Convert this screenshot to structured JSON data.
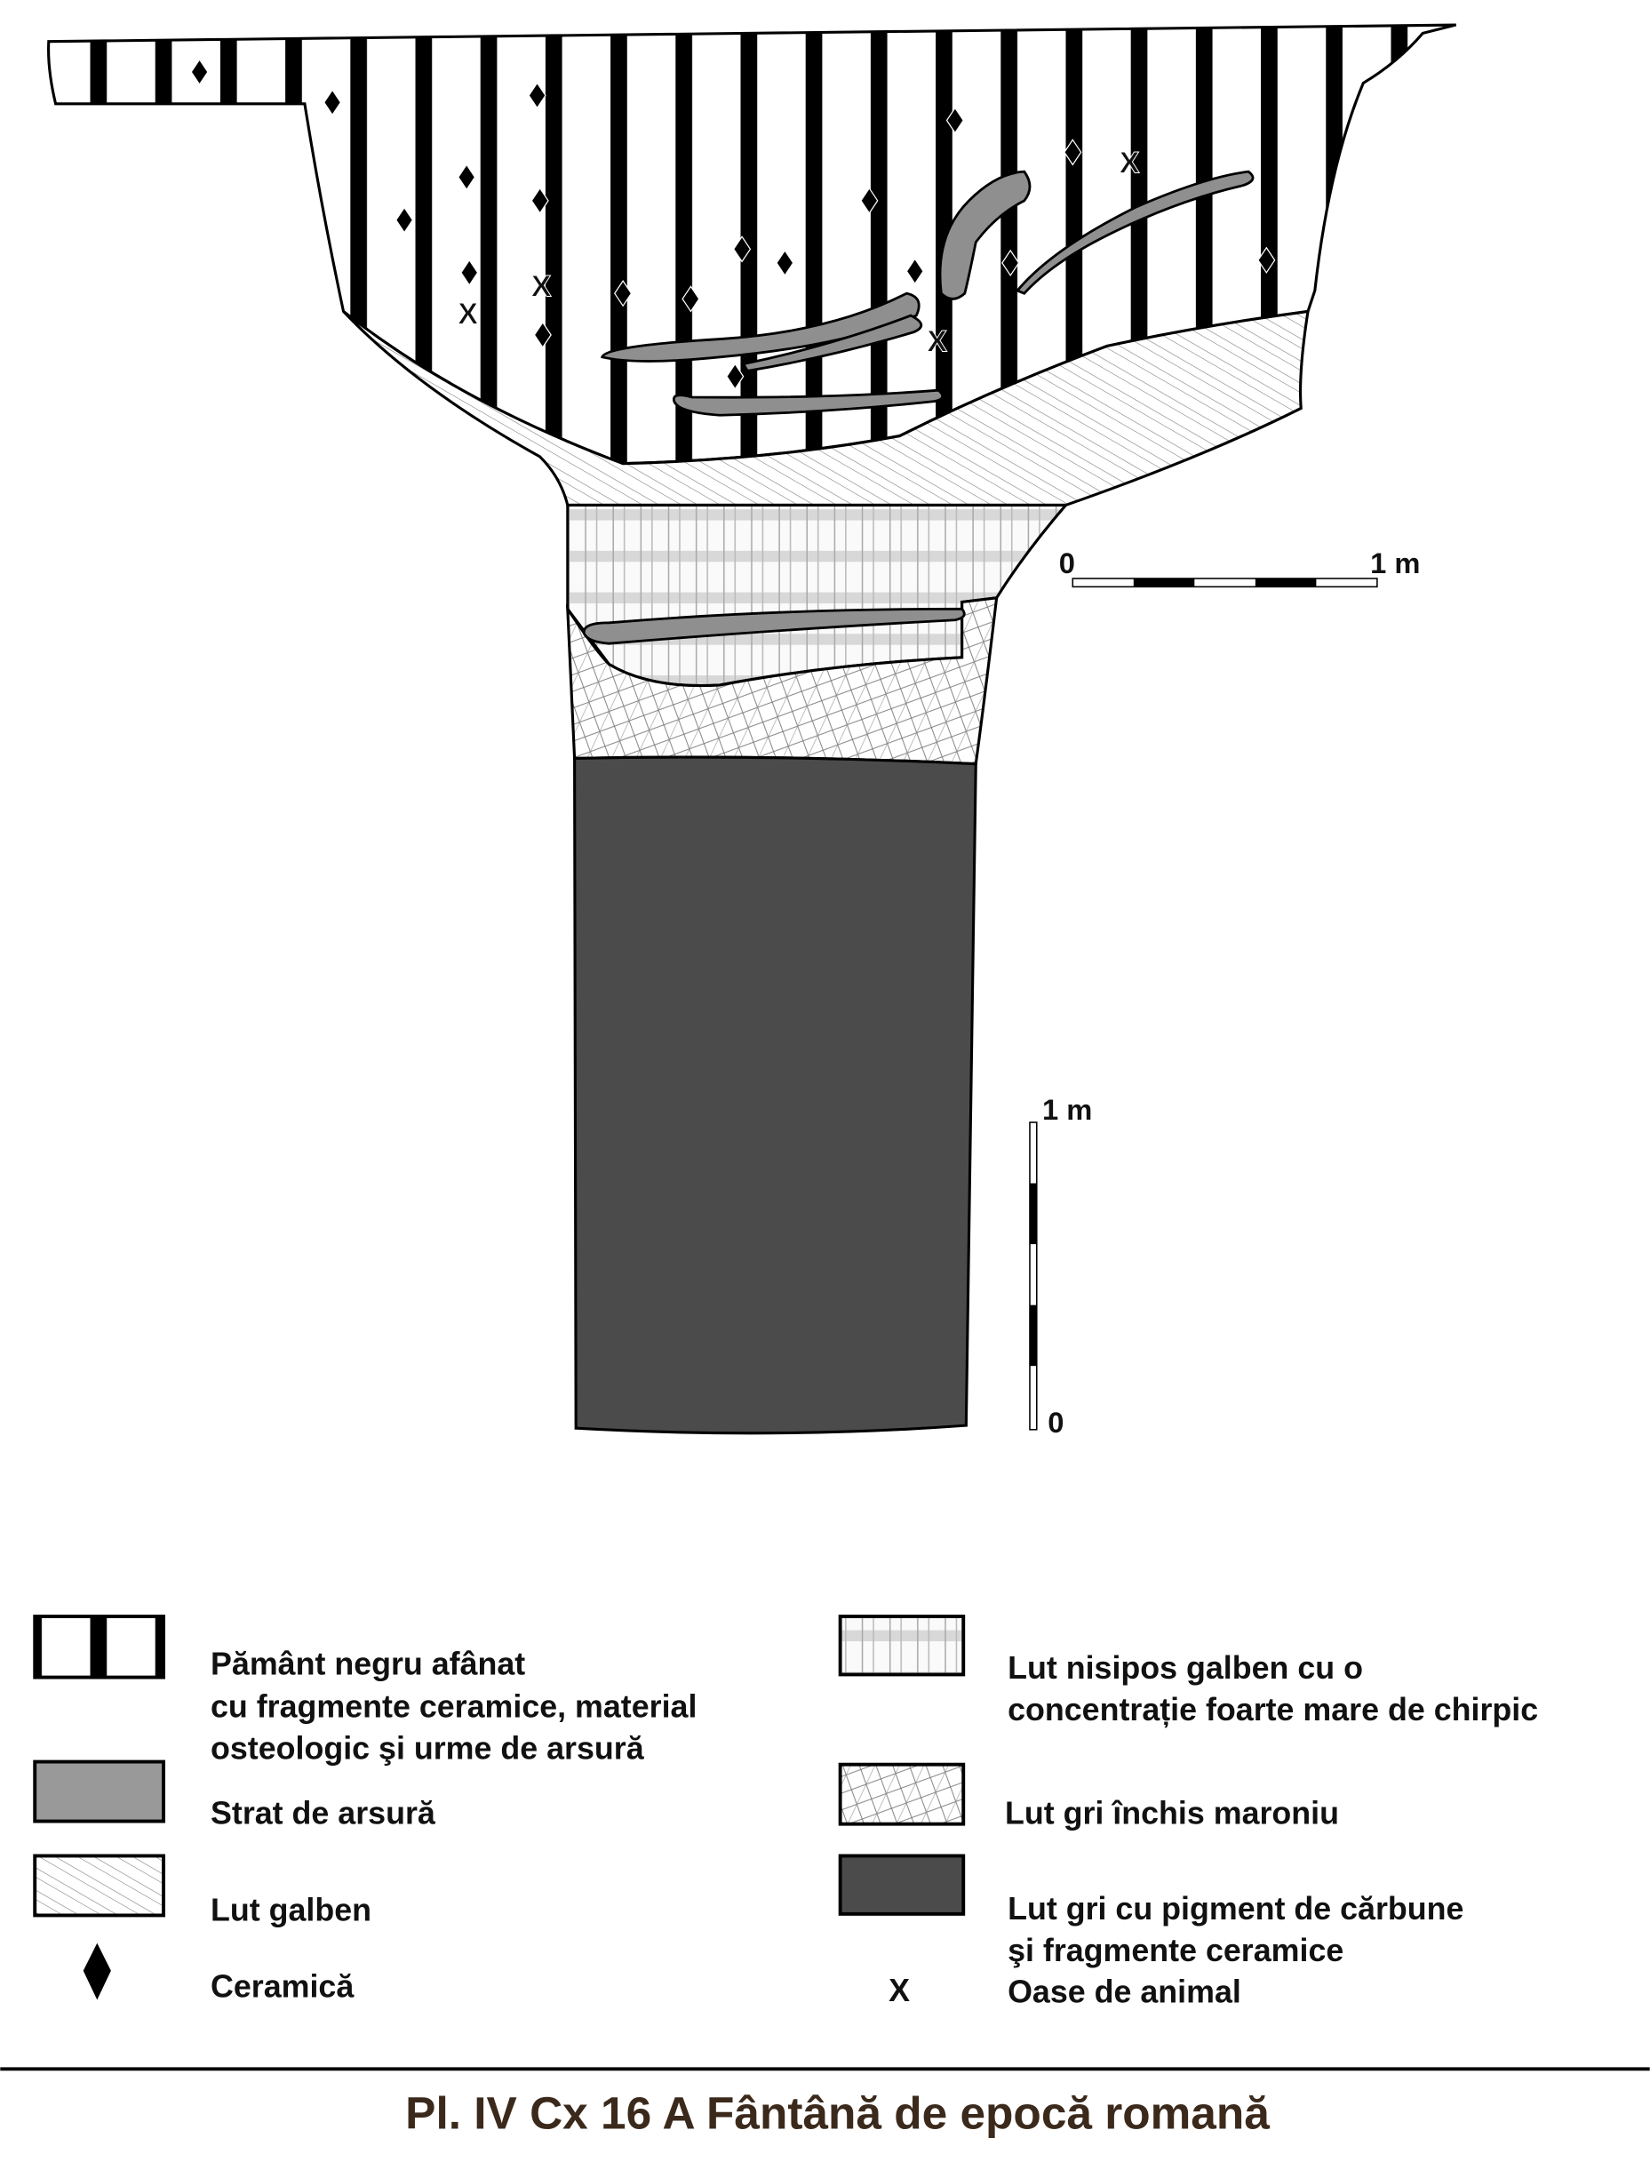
{
  "colors": {
    "burnt": "#8f8f8f",
    "dark_clay": "#4b4b4b",
    "title": "#3b2a1c",
    "ink": "#111111"
  },
  "scales": {
    "horizontal": {
      "zero": "0",
      "end": "1 m"
    },
    "vertical": {
      "zero": "0",
      "end": "1 m"
    }
  },
  "markers": {
    "bone_symbol": "X"
  },
  "legend": {
    "left": [
      {
        "lines": [
          "Pământ negru afânat",
          "cu fragmente ceramice, material",
          "osteologic şi urme de arsură"
        ]
      },
      {
        "lines": [
          "Strat de arsură"
        ]
      },
      {
        "lines": [
          "Lut galben"
        ]
      },
      {
        "lines": [
          "Ceramică"
        ]
      }
    ],
    "right": [
      {
        "lines": [
          "Lut nisipos galben  cu o",
          "concentrație foarte mare de chirpic"
        ]
      },
      {
        "lines": [
          "Lut gri închis maroniu"
        ]
      },
      {
        "lines": [
          "Lut gri cu pigment de cărbune",
          "şi fragmente ceramice"
        ]
      },
      {
        "symbol": "X",
        "lines": [
          "Oase de animal"
        ]
      }
    ]
  },
  "title": "Pl. IV  Cx 16 A  Fântână de epocă romană"
}
